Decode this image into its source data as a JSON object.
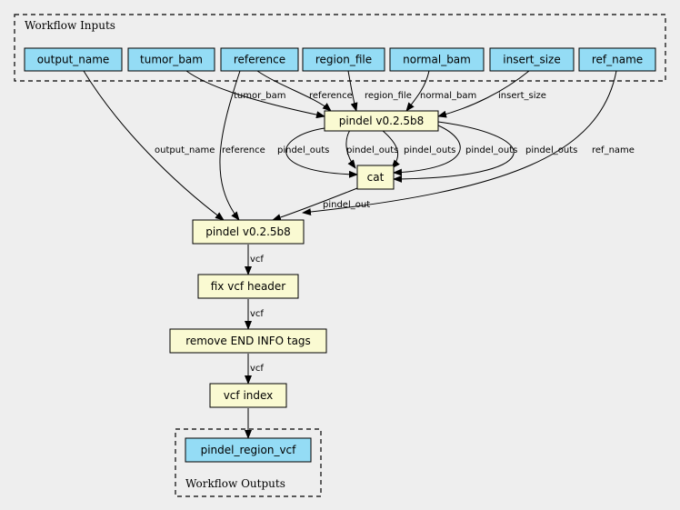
{
  "colors": {
    "background": "#eeeeee",
    "input_fill": "#94dcf5",
    "step_fill": "#fafad2",
    "stroke": "#000000"
  },
  "clusters": {
    "inputs": "Workflow Inputs",
    "outputs": "Workflow Outputs"
  },
  "inputs": {
    "output_name": "output_name",
    "tumor_bam": "tumor_bam",
    "reference": "reference",
    "region_file": "region_file",
    "normal_bam": "normal_bam",
    "insert_size": "insert_size",
    "ref_name": "ref_name"
  },
  "steps": {
    "pindel_scatter": "pindel v0.2.5b8",
    "cat": "cat",
    "pindel_main": "pindel v0.2.5b8",
    "fix_vcf_header": "fix vcf header",
    "remove_end_tags": "remove END INFO tags",
    "vcf_index": "vcf index"
  },
  "outputs": {
    "pindel_region_vcf": "pindel_region_vcf"
  },
  "edges": [
    {
      "from": "tumor_bam",
      "to": "pindel_scatter",
      "label": "tumor_bam"
    },
    {
      "from": "reference",
      "to": "pindel_scatter",
      "label": "reference"
    },
    {
      "from": "region_file",
      "to": "pindel_scatter",
      "label": "region_file"
    },
    {
      "from": "normal_bam",
      "to": "pindel_scatter",
      "label": "normal_bam"
    },
    {
      "from": "insert_size",
      "to": "pindel_scatter",
      "label": "insert_size"
    },
    {
      "from": "pindel_scatter",
      "to": "cat",
      "label": "pindel_outs"
    },
    {
      "from": "pindel_scatter",
      "to": "cat",
      "label": "pindel_outs"
    },
    {
      "from": "pindel_scatter",
      "to": "cat",
      "label": "pindel_outs"
    },
    {
      "from": "pindel_scatter",
      "to": "cat",
      "label": "pindel_outs"
    },
    {
      "from": "pindel_scatter",
      "to": "cat",
      "label": "pindel_outs"
    },
    {
      "from": "output_name",
      "to": "pindel_main",
      "label": "output_name"
    },
    {
      "from": "reference",
      "to": "pindel_main",
      "label": "reference"
    },
    {
      "from": "cat",
      "to": "pindel_main",
      "label": "pindel_out"
    },
    {
      "from": "ref_name",
      "to": "pindel_main",
      "label": "ref_name"
    },
    {
      "from": "pindel_main",
      "to": "fix_vcf_header",
      "label": "vcf"
    },
    {
      "from": "fix_vcf_header",
      "to": "remove_end_tags",
      "label": "vcf"
    },
    {
      "from": "remove_end_tags",
      "to": "vcf_index",
      "label": "vcf"
    },
    {
      "from": "vcf_index",
      "to": "pindel_region_vcf",
      "label": ""
    }
  ]
}
